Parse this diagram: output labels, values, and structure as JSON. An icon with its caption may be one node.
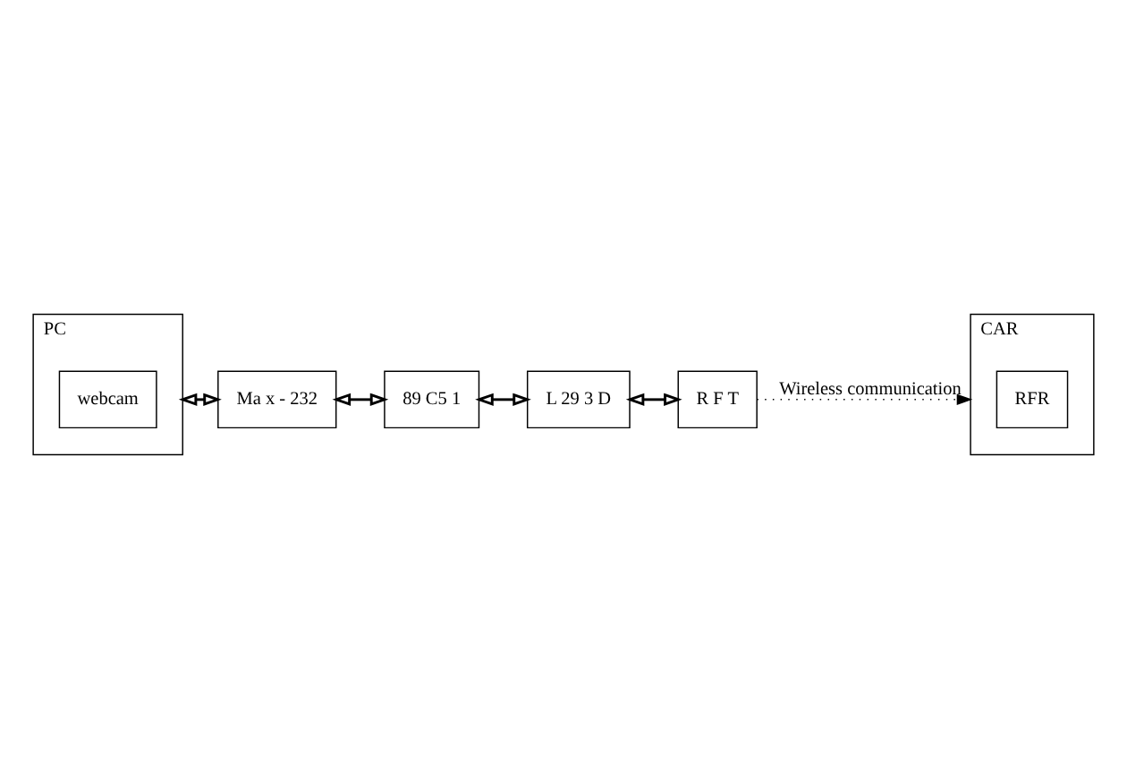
{
  "diagram": {
    "nodes": [
      {
        "text": [
          "PC"
        ]
      },
      {
        "text": [
          "webcam"
        ],
        "in": 0
      },
      {
        "text": [
          "Ma x - 232"
        ]
      },
      {
        "text": [
          "89 C5 1"
        ]
      },
      {
        "text": [
          "L 29 3 D"
        ]
      },
      {
        "text": [
          "R F T"
        ]
      },
      {
        "text": [
          "CAR"
        ]
      },
      {
        "text": [
          "RFR"
        ],
        "in": 6
      }
    ],
    "edges": [
      {
        "from": 0,
        "to": 2,
        "arrow": "both"
      },
      {
        "from": 2,
        "to": 3,
        "arrow": "both"
      },
      {
        "from": 3,
        "to": 4,
        "arrow": "both"
      },
      {
        "from": 4,
        "to": 5,
        "arrow": "both"
      },
      {
        "from": 5,
        "to": 6,
        "arrow": "to",
        "style": "dashed",
        "label": "Wireless communication"
      }
    ]
  }
}
